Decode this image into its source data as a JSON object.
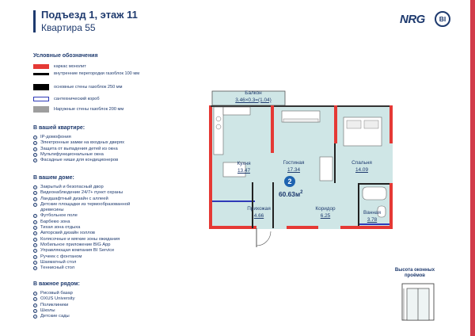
{
  "header": {
    "title": "Подъезд 1, этаж 11",
    "apartment": "Квартира 55"
  },
  "logo": {
    "text": "NRG",
    "circle": "BI"
  },
  "legend": {
    "title": "Условные обозначения",
    "items": [
      {
        "label": "каркас монолит",
        "color": "#e53935",
        "icon": "red-frame-swatch"
      },
      {
        "label": "внутренние перегородки газоблок 100 мм",
        "color": "#000000",
        "icon": "thin-wall-swatch"
      },
      {
        "label": "основные стены газоблок 250 мм",
        "color": "#000000",
        "icon": "thick-wall-swatch"
      },
      {
        "label": "сантехнический короб",
        "color": "#2e3ab8",
        "icon": "plumbing-box-swatch"
      },
      {
        "label": "Наружные стены газоблок 200 мм",
        "color": "#9e9e9e",
        "icon": "outer-wall-swatch"
      }
    ]
  },
  "in_apartment": {
    "title": "В вашей квартире:",
    "items": [
      "IP-домофония",
      "Электронные замки на входных дверях",
      "Защита от выпадения детей из окна",
      "Мультифункциональные окна",
      "Фасадные ниши для кондиционеров"
    ]
  },
  "in_building": {
    "title": "В вашем доме:",
    "items": [
      "Закрытый и безопасный двор",
      "Видеонаблюдение 24/7+ пункт охраны",
      "Ландшафтный дизайн с аллеей",
      "Детские площадки из термообразованной",
      "древесины",
      "Футбольное поле",
      "Барбекю зона",
      "Тихая зона отдыха",
      "Авторский дизайн холлов",
      "Колясочные и мягкие зоны ожидания",
      "Мобильное приложение BIG App",
      "Управляющая компания BI Service",
      "Ручеек с фонтаном",
      "Шахматный стол",
      "Теннисный стол"
    ]
  },
  "nearby": {
    "title": "В важное рядом:",
    "items": [
      "Рисовый базар",
      "OXUS University",
      "Поликлиники",
      "Школы",
      "Детские сады"
    ]
  },
  "plan": {
    "rooms": [
      {
        "name": "Балкон",
        "area": "3.46×0.3=(1.04)"
      },
      {
        "name": "Кухня",
        "area": "13.47"
      },
      {
        "name": "Гостиная",
        "area": "17.34"
      },
      {
        "name": "Спальня",
        "area": "14.09"
      },
      {
        "name": "Прихожая",
        "area": "4.66"
      },
      {
        "name": "Коридор",
        "area": "6.25"
      },
      {
        "name": "Ванная",
        "area": "3.78"
      }
    ],
    "room_count": "2",
    "total_area": "60.63м",
    "total_area_sup": "2",
    "colors": {
      "wall": "#e53935",
      "partition": "#000000",
      "plumbing": "#2e3ab8",
      "floor": "#cfe6e6"
    }
  },
  "window_height": {
    "title_line1": "Высота оконных",
    "title_line2": "проёмов"
  },
  "colors": {
    "primary": "#1e3a6e",
    "accent": "#d23b4a",
    "badge": "#1e63b0"
  }
}
